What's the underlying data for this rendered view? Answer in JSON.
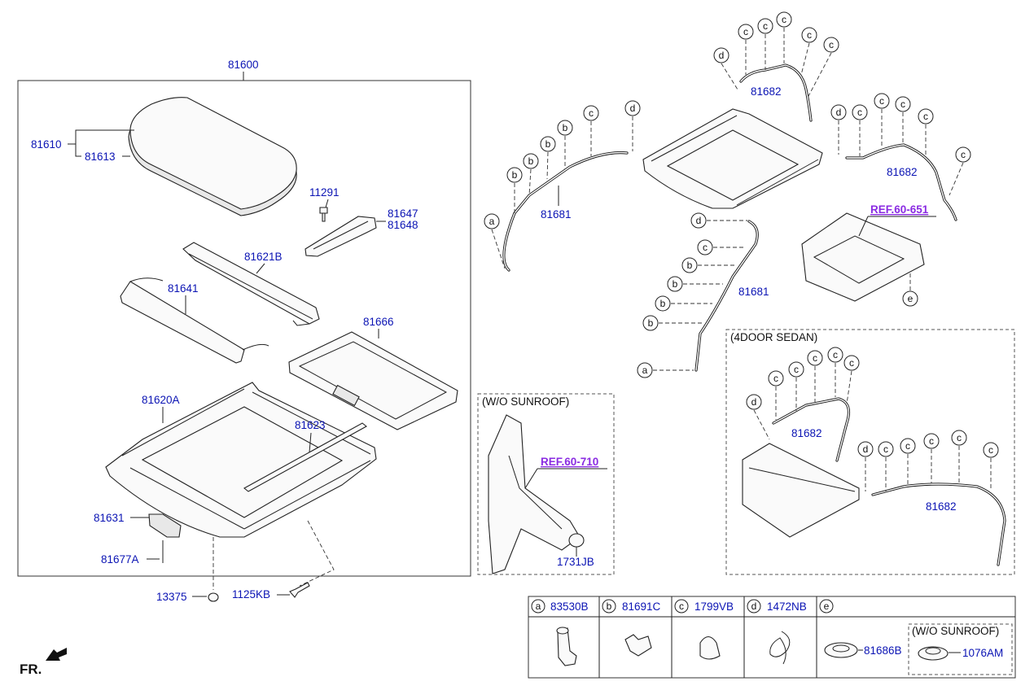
{
  "labels": {
    "p81600": "81600",
    "p81610": "81610",
    "p81613": "81613",
    "p11291": "11291",
    "p81647": "81647",
    "p81648": "81648",
    "p81621B": "81621B",
    "p81641": "81641",
    "p81666": "81666",
    "p81620A": "81620A",
    "p81623": "81623",
    "p81631": "81631",
    "p81677A": "81677A",
    "p13375": "13375",
    "p1125KB": "1125KB",
    "p81681_left": "81681",
    "p81681_right": "81681",
    "p81682_top": "81682",
    "p81682_right": "81682",
    "p81682_sedan_a": "81682",
    "p81682_sedan_b": "81682",
    "ref_60_651": "REF.60-651",
    "ref_60_710": "REF.60-710",
    "p1731JB": "1731JB",
    "wo_sunroof": "(W/O SUNROOF)",
    "door_sedan": "(4DOOR SEDAN)",
    "fr": "FR."
  },
  "callouts": {
    "a": "a",
    "b": "b",
    "c": "c",
    "d": "d",
    "e": "e"
  },
  "legend": {
    "items": [
      {
        "letter": "a",
        "part": "83530B"
      },
      {
        "letter": "b",
        "part": "81691C"
      },
      {
        "letter": "c",
        "part": "1799VB"
      },
      {
        "letter": "d",
        "part": "1472NB"
      },
      {
        "letter": "e",
        "part": ""
      }
    ],
    "e_part_1": "81686B",
    "e_wo_sunroof": "(W/O SUNROOF)",
    "e_part_2": "1076AM"
  },
  "colors": {
    "part_number": "#0b14b4",
    "reference": "#8a2be2",
    "line": "#222222"
  }
}
